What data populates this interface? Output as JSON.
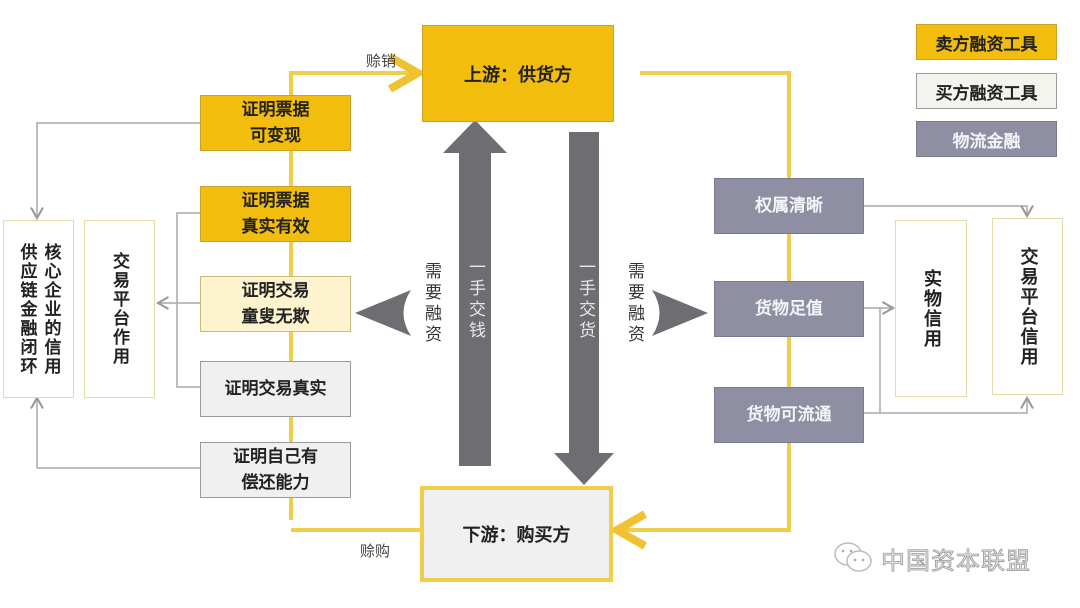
{
  "nodes": {
    "upstream": "上游：供货方",
    "downstream": "下游：购买方",
    "left": {
      "bill_cashable": [
        "证明票据",
        "可变现"
      ],
      "bill_valid": [
        "证明票据",
        "真实有效"
      ],
      "fair_trade": [
        "证明交易",
        "童叟无欺"
      ],
      "trade_real": "证明交易真实",
      "repay_ability": [
        "证明自己有",
        "偿还能力"
      ]
    },
    "core_credit": [
      "供应链金融闭环",
      "核心企业的信用"
    ],
    "platform_role": "交易平台作用",
    "right": {
      "ownership": "权属清晰",
      "sufficient_value": "货物足值",
      "circulable": "货物可流通"
    },
    "physical_credit": "实物信用",
    "platform_credit": "交易平台信用"
  },
  "edge_labels": {
    "sell_on_credit": "赊销",
    "buy_on_credit": "赊购",
    "need_finance_left": "需要融资",
    "need_finance_right": "需要融资",
    "pay_money": "一手交钱",
    "deliver_goods": "一手交货"
  },
  "legend": [
    {
      "label": "卖方融资工具",
      "color": "#f2bd0d"
    },
    {
      "label": "买方融资工具",
      "color": "#f4f4ee"
    },
    {
      "label": "物流金融",
      "color": "#8f8fa3"
    }
  ],
  "watermark": "中国资本联盟",
  "colors": {
    "gold": "#f2bd0d",
    "flow_line": "#f0cd4a",
    "connector": "#a8a8a8",
    "big_arrow": "#6e6e72"
  }
}
